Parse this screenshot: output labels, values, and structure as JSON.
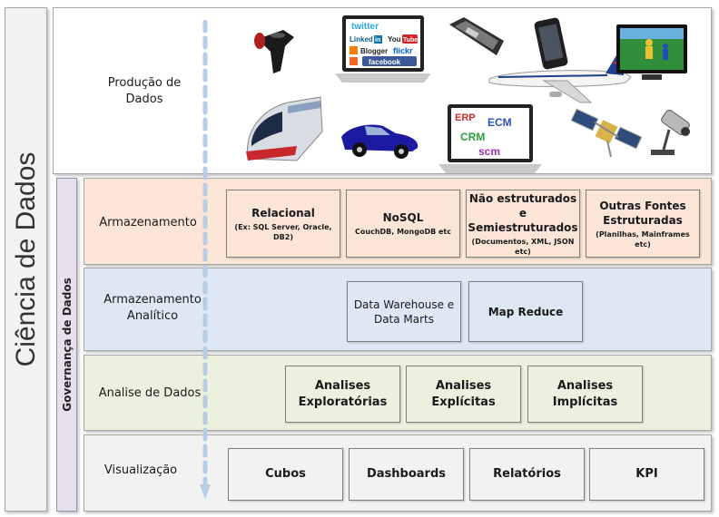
{
  "title": "Ciência de Dados",
  "governance": "Governança de Dados",
  "producao": {
    "label_line1": "Produção de",
    "label_line2": "Dados",
    "social": [
      "twitter",
      "Linked",
      "in",
      "You",
      "Tube",
      "Blogger",
      "flickr",
      "facebook"
    ],
    "enterprise": [
      "ERP",
      "ECM",
      "CRM",
      "scm"
    ]
  },
  "armazenamento": {
    "label": "Armazenamento",
    "boxes": [
      {
        "title": "Relacional",
        "sub": "(Ex: SQL Server, Oracle, DB2)"
      },
      {
        "title": "NoSQL",
        "sub": "CouchDB, MongoDB etc"
      },
      {
        "title": "Não estruturados e Semiestruturados",
        "sub": "(Documentos, XML, JSON etc)"
      },
      {
        "title": "Outras Fontes Estruturadas",
        "sub": "(Planilhas, Mainframes etc)"
      }
    ]
  },
  "analitico": {
    "label_line1": "Armazenamento",
    "label_line2": "Analítico",
    "boxes": [
      {
        "title": "Data Warehouse e Data Marts"
      },
      {
        "title": "Map Reduce"
      }
    ]
  },
  "analise": {
    "label": "Analise de Dados",
    "boxes": [
      {
        "title": "Analises Exploratórias"
      },
      {
        "title": "Analises Explícitas"
      },
      {
        "title": "Analises Implícitas"
      }
    ]
  },
  "visualizacao": {
    "label": "Visualização",
    "boxes": [
      {
        "title": "Cubos"
      },
      {
        "title": "Dashboards"
      },
      {
        "title": "Relatórios"
      },
      {
        "title": "KPI"
      }
    ]
  }
}
